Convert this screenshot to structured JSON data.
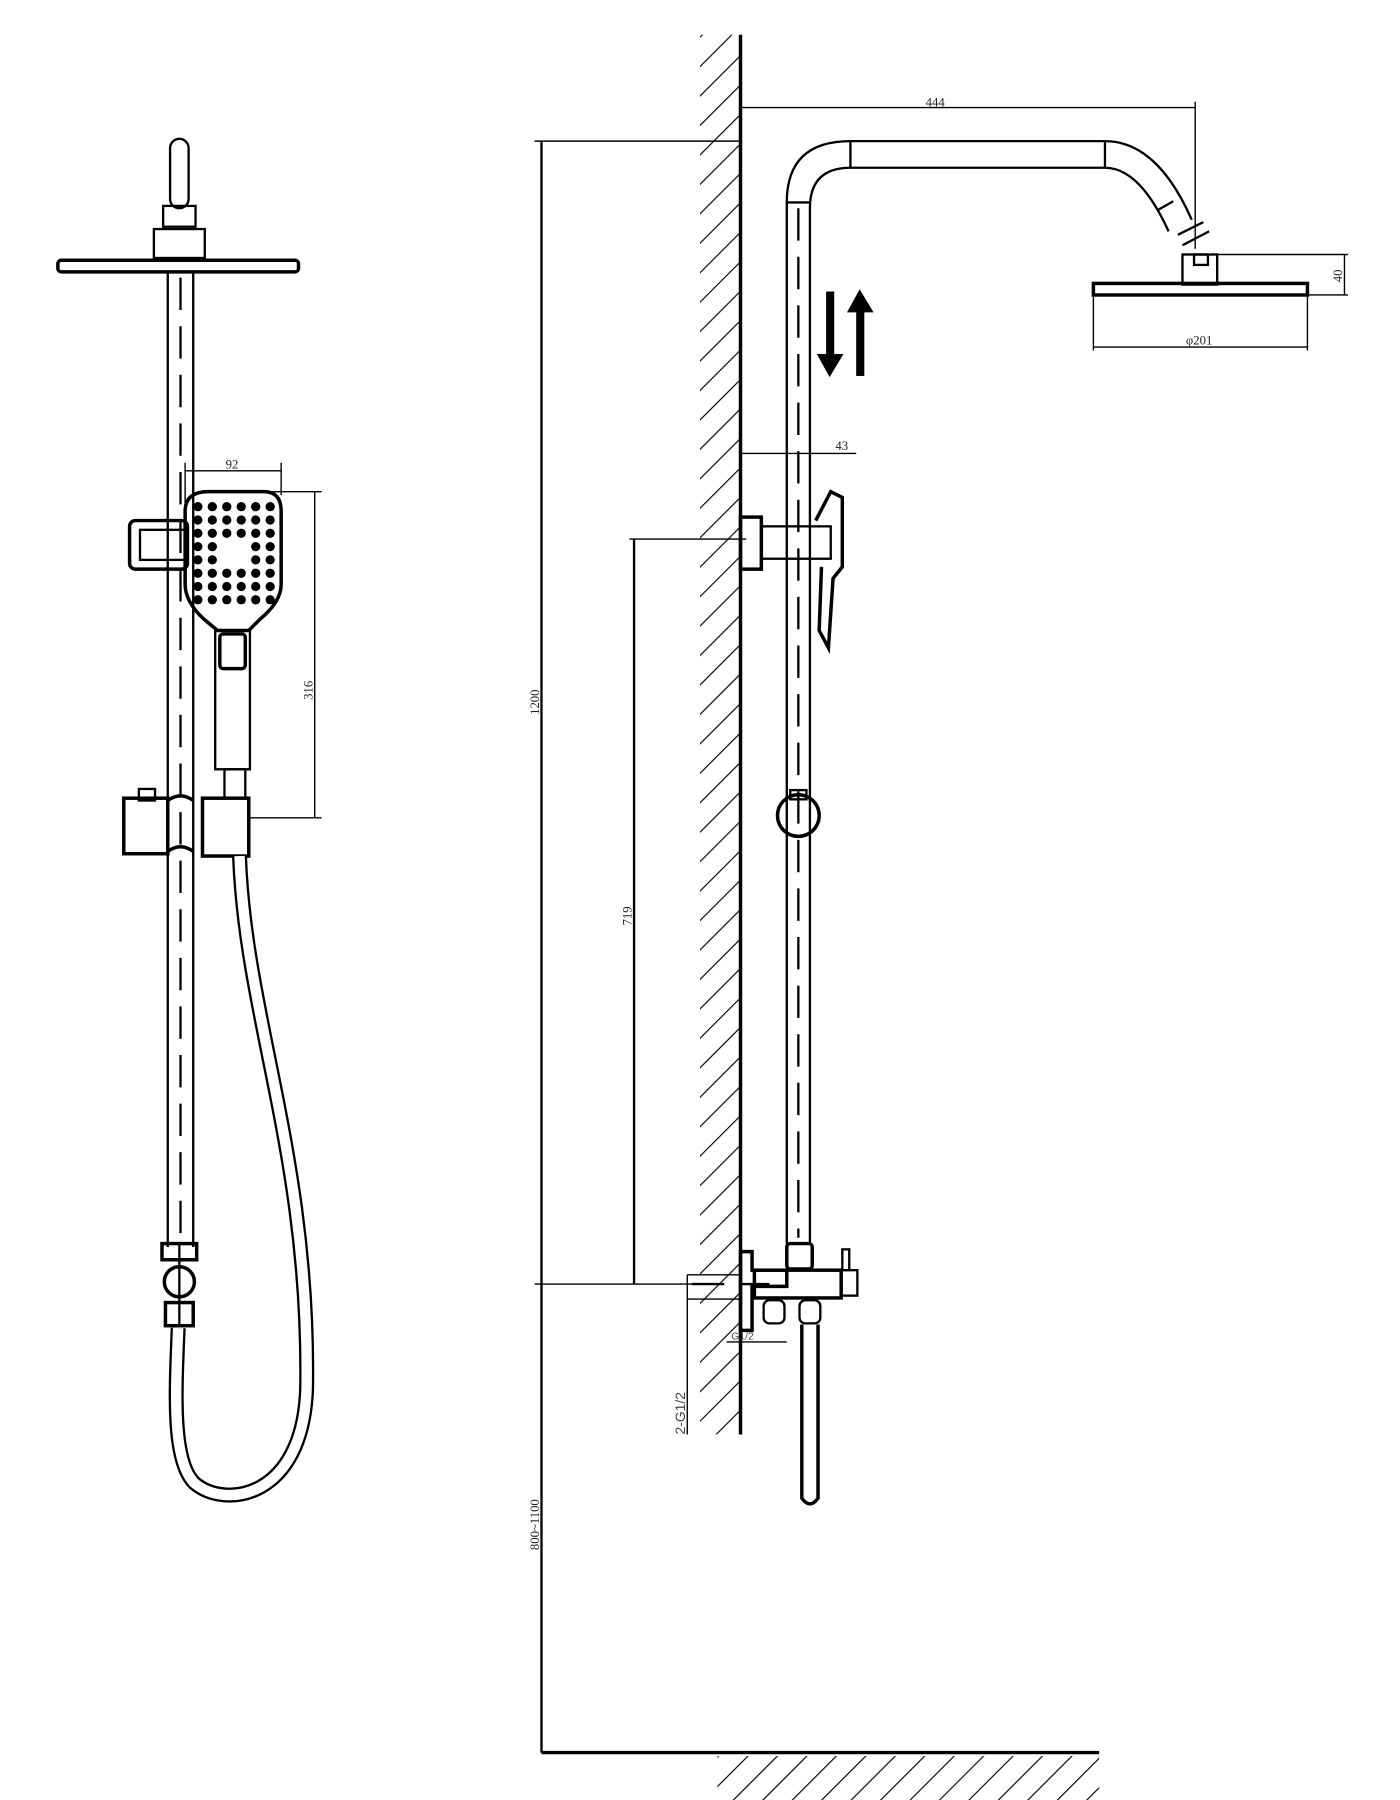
{
  "drawing": {
    "front_view": {
      "dimensions": {
        "handset_width": "92",
        "handset_height": "316"
      }
    },
    "side_view": {
      "dimensions": {
        "arm_projection": "444",
        "head_height": "40",
        "head_diameter": "φ201",
        "rail_offset": "43",
        "total_height": "1200",
        "bracket_height": "719",
        "install_height": "800~1100",
        "inlet_thread": "2-G1/2",
        "outlet_thread": "G1/2"
      },
      "icons": [
        "height-adjust-arrows-icon"
      ]
    }
  }
}
